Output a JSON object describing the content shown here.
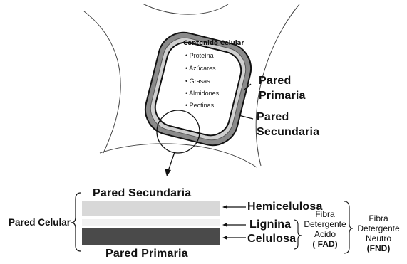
{
  "cell_diagram": {
    "contents_title": "Contenido Celular",
    "contents_items": [
      "• Proteína",
      "• Azúcares",
      "• Grasas",
      "• Almidones",
      "• Pectinas"
    ],
    "label_primary_line1": "Pared",
    "label_primary_line2": "Primaria",
    "label_secondary_line1": "Pared",
    "label_secondary_line2": "Secundaria"
  },
  "layer_diagram": {
    "top_label": "Pared Secundaria",
    "bottom_label": "Pared Primaria",
    "wall_label": "Pared Celular",
    "layers": {
      "hemicellulose": "Hemicelulosa",
      "lignin": "Lignina",
      "cellulose": "Celulosa"
    },
    "fad_lines": [
      "Fibra",
      "Detergente",
      "Acido"
    ],
    "fad_abbr": "( FAD)",
    "fnd_lines": [
      "Fibra",
      "Detergente",
      "Neutro"
    ],
    "fnd_abbr": "(FND)"
  }
}
